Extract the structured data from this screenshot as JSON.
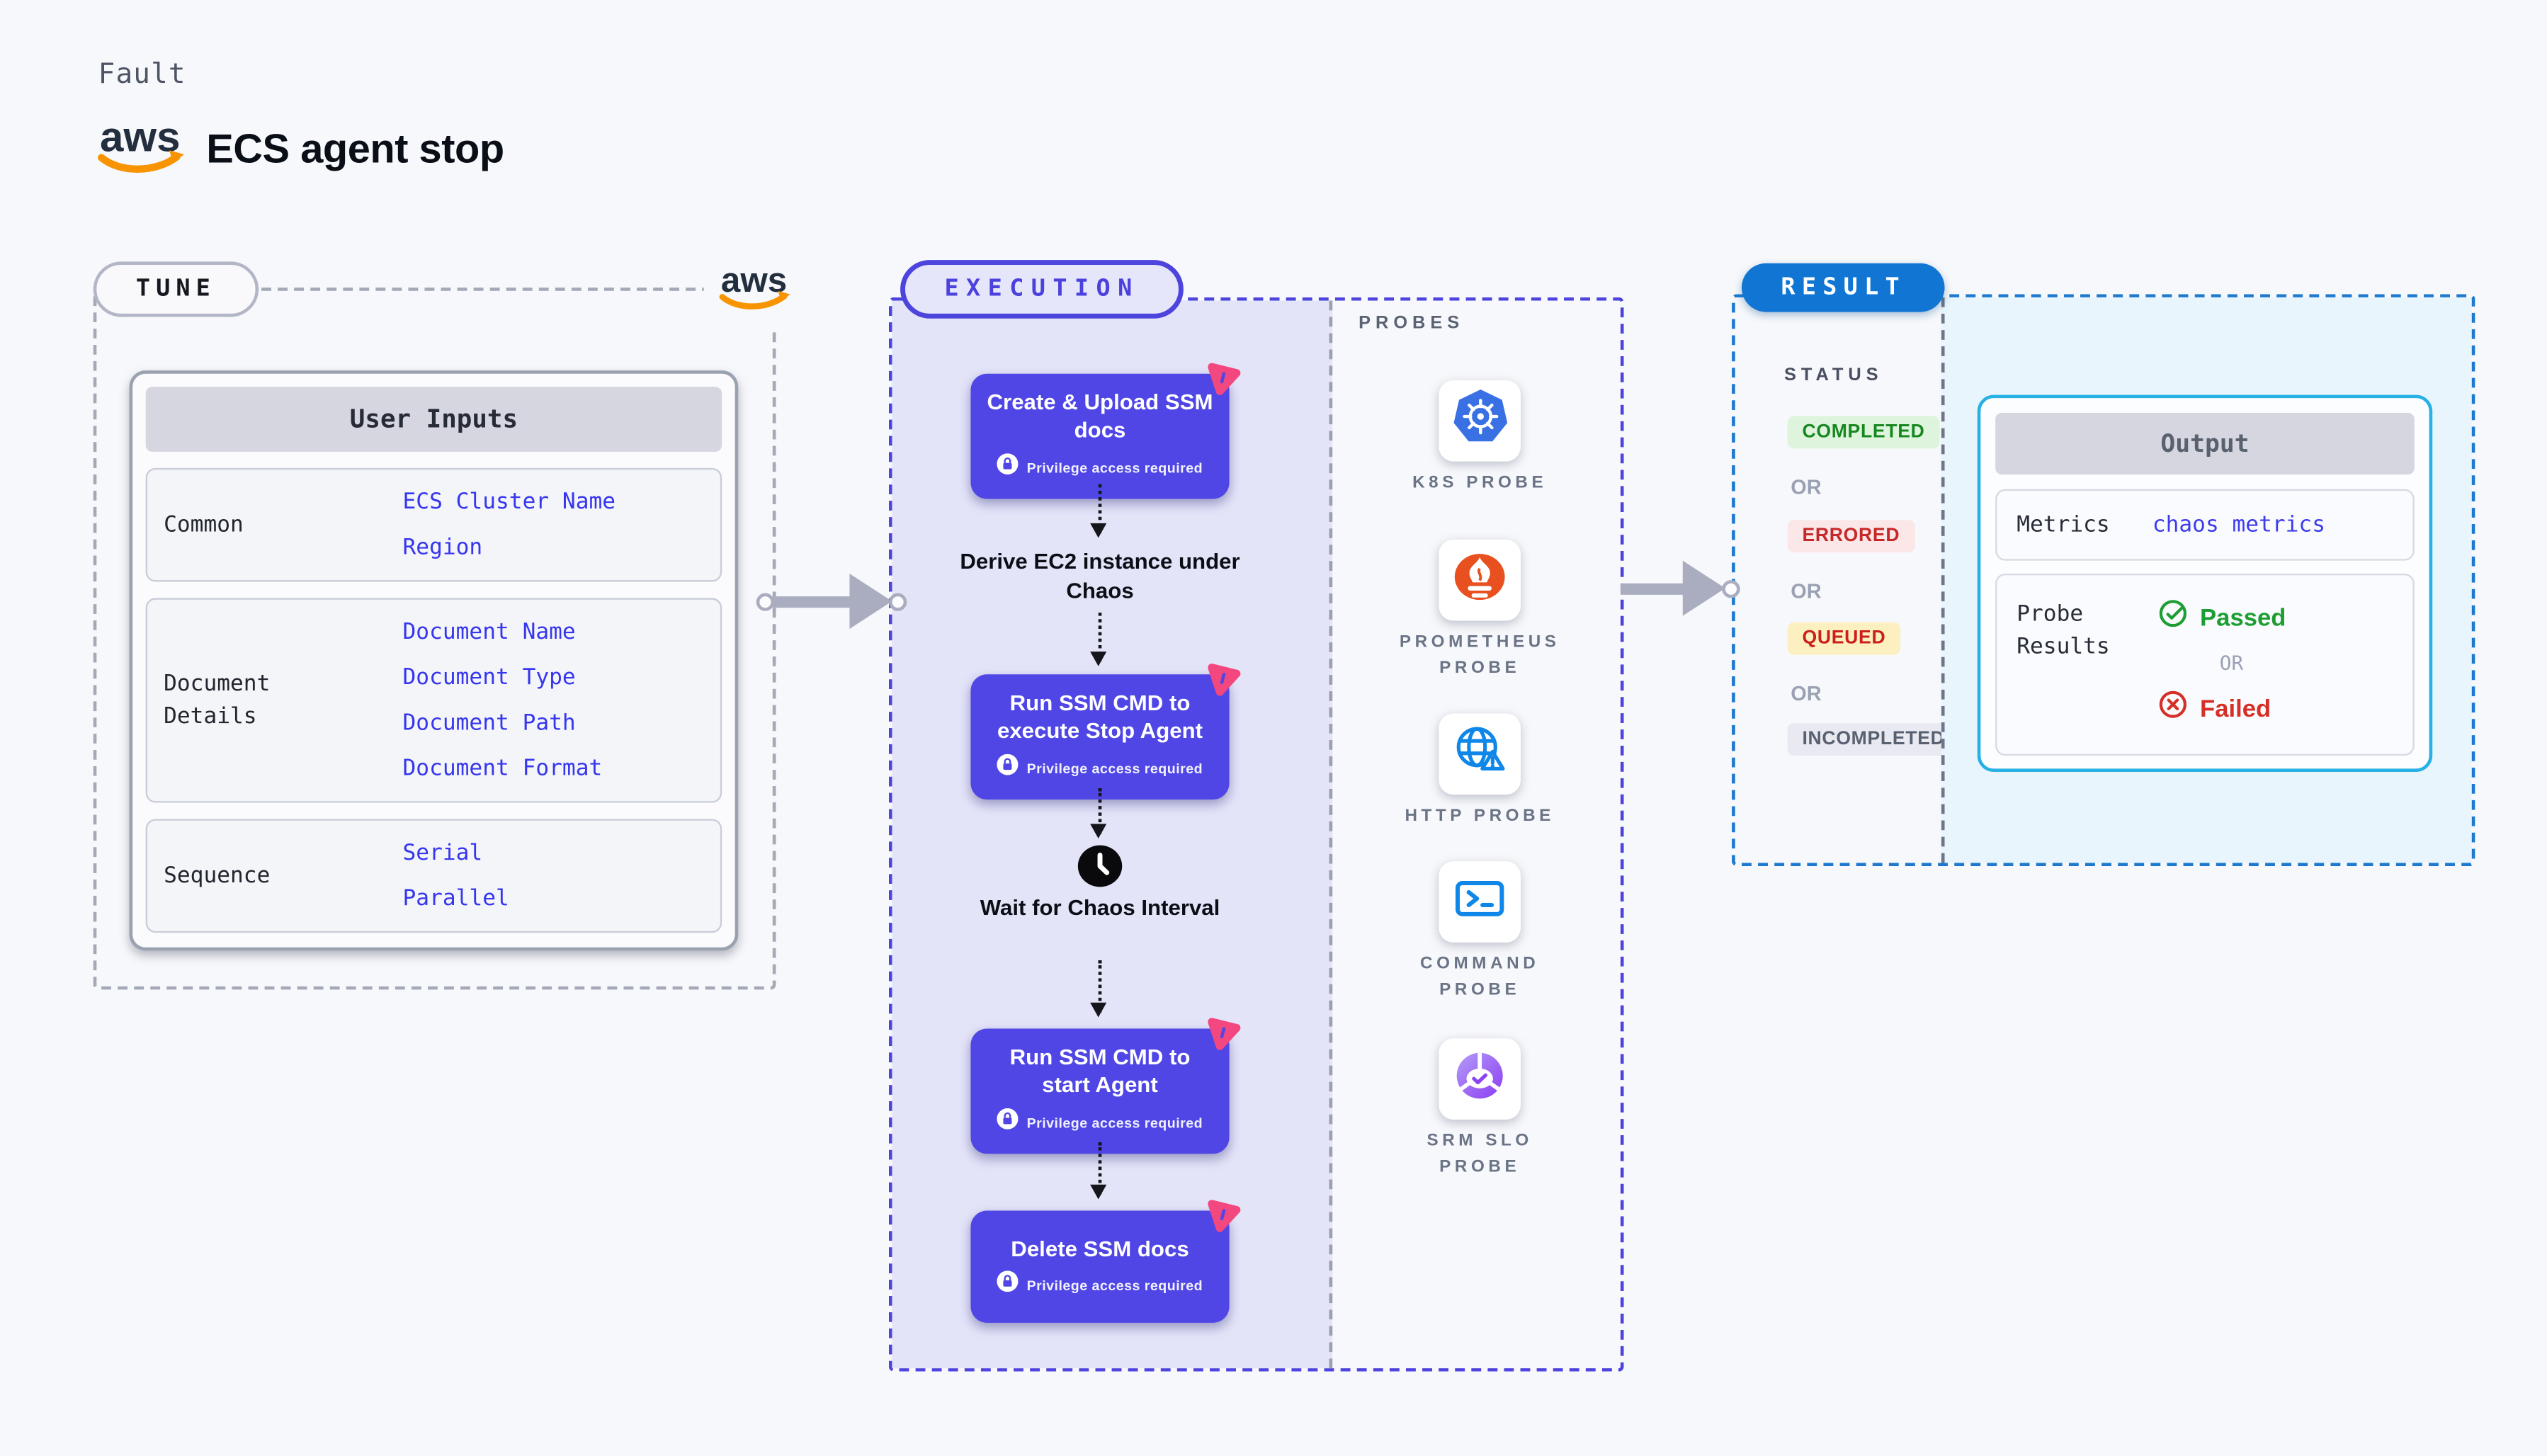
{
  "page": {
    "kicker": "Fault",
    "title": "ECS agent stop",
    "aws_logo_text": "aws"
  },
  "tune": {
    "label": "TUNE",
    "user_inputs": {
      "header": "User Inputs",
      "rows": [
        {
          "label": "Common",
          "values": [
            "ECS Cluster Name",
            "Region"
          ]
        },
        {
          "label": "Document Details",
          "values": [
            "Document Name",
            "Document Type",
            "Document Path",
            "Document Format"
          ]
        },
        {
          "label": "Sequence",
          "values": [
            "Serial",
            "Parallel"
          ]
        }
      ]
    }
  },
  "execution": {
    "label": "EXECUTION",
    "privilege_note": "Privilege access required",
    "steps": {
      "create_upload": "Create & Upload SSM docs",
      "derive": "Derive EC2 instance under Chaos",
      "run_stop": "Run SSM CMD to execute Stop Agent",
      "wait": "Wait for Chaos Interval",
      "run_start": "Run SSM CMD to start Agent",
      "delete": "Delete SSM docs"
    }
  },
  "probes": {
    "label": "PROBES",
    "items": [
      {
        "label": "K8S PROBE",
        "icon": "kubernetes-icon"
      },
      {
        "label": "PROMETHEUS PROBE",
        "icon": "prometheus-icon"
      },
      {
        "label": "HTTP PROBE",
        "icon": "http-globe-icon"
      },
      {
        "label": "COMMAND PROBE",
        "icon": "terminal-icon"
      },
      {
        "label": "SRM SLO PROBE",
        "icon": "slo-pie-chart-icon"
      }
    ]
  },
  "result": {
    "label": "RESULT",
    "status": {
      "heading": "STATUS",
      "or": "OR",
      "badges": [
        {
          "text": "COMPLETED",
          "style": "completed"
        },
        {
          "text": "ERRORED",
          "style": "errored"
        },
        {
          "text": "QUEUED",
          "style": "queued"
        },
        {
          "text": "INCOMPLETED",
          "style": "incompleted"
        }
      ]
    },
    "output": {
      "header": "Output",
      "metrics_label": "Metrics",
      "metrics_value": "chaos metrics",
      "probe_results_label": "Probe Results",
      "passed": "Passed",
      "or": "OR",
      "failed": "Failed"
    }
  },
  "colors": {
    "page_bg": "#f7f8fb",
    "indigo": "#4d44dd",
    "action_box": "#4f46e5",
    "lavender": "#e4e4f9",
    "link_blue": "#3636ee",
    "result_blue": "#1176d3",
    "cyan_border": "#27b1e4",
    "cyan_bg": "#e8f5fc",
    "green": "#1d9e32",
    "red": "#d52f27",
    "completed_bg": "#def4dd",
    "errored_bg": "#fbe7e7",
    "queued_bg": "#fcefc0",
    "incompleted_bg": "#e9eaf1",
    "pink": "#f2487f",
    "aws_orange": "#f79400",
    "k8s_blue": "#3970e4",
    "prometheus_orange": "#e8501f",
    "probe_icon_blue": "#0f87e8",
    "slo_purple": "#8b3df2",
    "arrow_gray": "#a9adbf"
  }
}
